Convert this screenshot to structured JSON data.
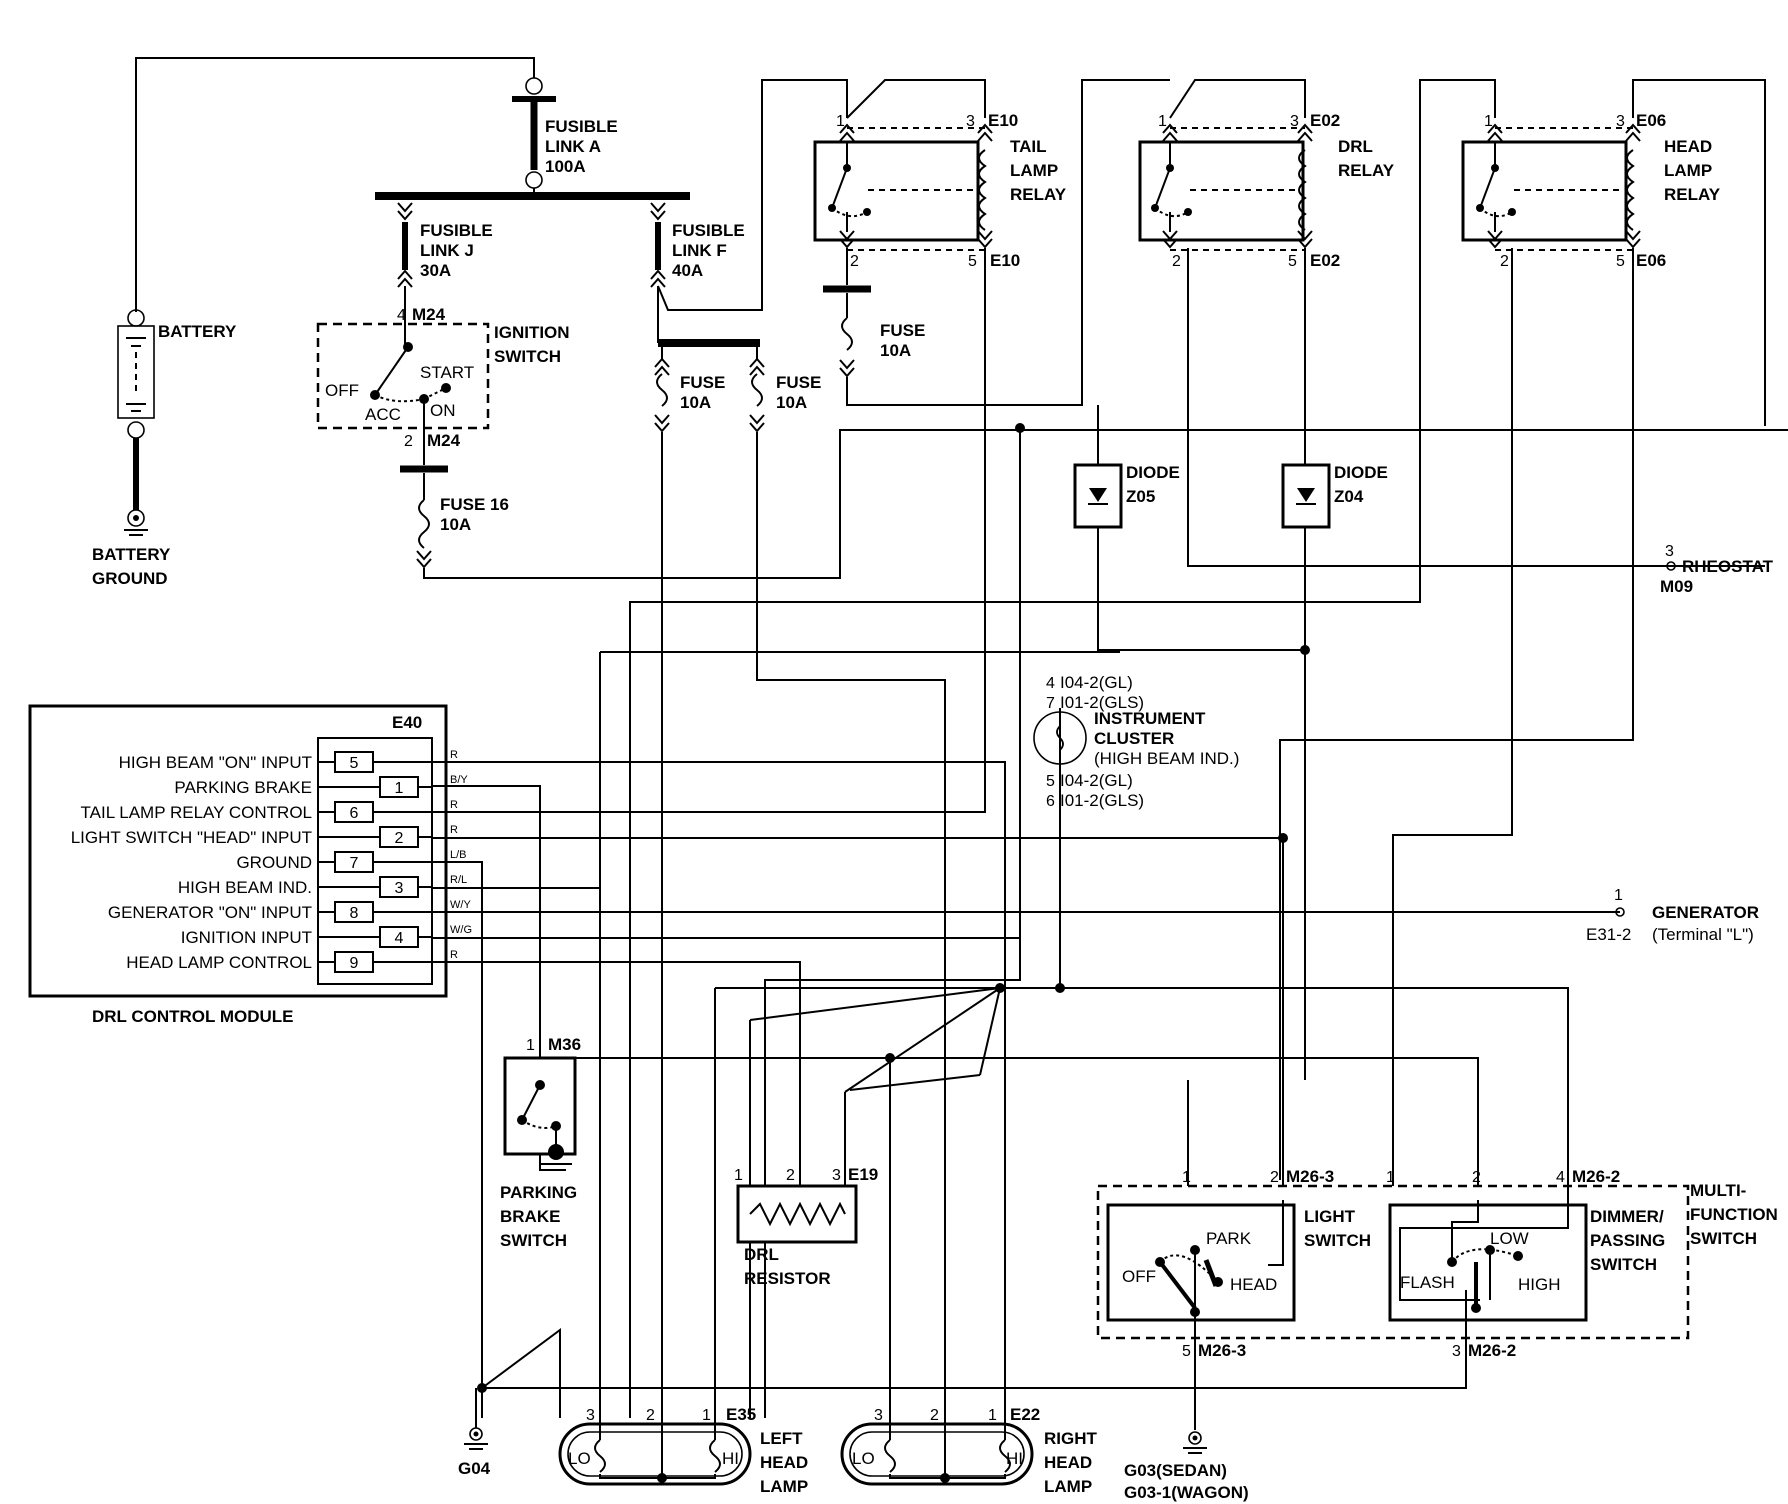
{
  "fusible_link_a": [
    "FUSIBLE",
    "LINK A",
    "100A"
  ],
  "fusible_link_j": [
    "FUSIBLE",
    "LINK J",
    "30A"
  ],
  "fusible_link_f": [
    "FUSIBLE",
    "LINK F",
    "40A"
  ],
  "battery": "BATTERY",
  "battery_ground": [
    "BATTERY",
    "GROUND"
  ],
  "ignition_switch": {
    "title": [
      "IGNITION",
      "SWITCH"
    ],
    "connector_top": "M24",
    "connector_bottom": "M24",
    "pin_top": "4",
    "pin_bottom": "2",
    "positions": {
      "off": "OFF",
      "acc": "ACC",
      "on": "ON",
      "start": "START"
    }
  },
  "fuse16": [
    "FUSE 16",
    "10A"
  ],
  "fuse_a": [
    "FUSE",
    "10A"
  ],
  "fuse_b": [
    "FUSE",
    "10A"
  ],
  "fuse_c": [
    "FUSE",
    "10A"
  ],
  "tail_lamp_relay": {
    "title": [
      "TAIL",
      "LAMP",
      "RELAY"
    ],
    "conn": "E10",
    "pins": [
      "1",
      "3",
      "2",
      "5"
    ]
  },
  "drl_relay": {
    "title": [
      "DRL",
      "RELAY"
    ],
    "conn": "E02",
    "pins": [
      "1",
      "3",
      "2",
      "5"
    ]
  },
  "head_lamp_relay": {
    "title": [
      "HEAD",
      "LAMP",
      "RELAY"
    ],
    "conn": "E06",
    "pins": [
      "1",
      "3",
      "2",
      "5"
    ]
  },
  "diode1": {
    "title": "DIODE",
    "id": "Z05"
  },
  "diode2": {
    "title": "DIODE",
    "id": "Z04"
  },
  "rheostat": {
    "pin": "3",
    "label": "RHEOSTAT",
    "conn": "M09"
  },
  "instrument_cluster": {
    "top_lines": [
      [
        "4",
        "I04-2(GL)"
      ],
      [
        "7",
        "I01-2(GLS)"
      ]
    ],
    "title": [
      "INSTRUMENT",
      "CLUSTER",
      "(HIGH BEAM IND.)"
    ],
    "bottom_lines": [
      [
        "5",
        "I04-2(GL)"
      ],
      [
        "6",
        "I01-2(GLS)"
      ]
    ]
  },
  "drl_module": {
    "conn": "E40",
    "title": "DRL CONTROL MODULE",
    "inputs": [
      {
        "label": "HIGH BEAM \"ON\" INPUT",
        "pin": "5",
        "wire": "R"
      },
      {
        "label": "PARKING BRAKE",
        "pin": "1",
        "wire": "B/Y"
      },
      {
        "label": "TAIL LAMP RELAY CONTROL",
        "pin": "6",
        "wire": "R"
      },
      {
        "label": "LIGHT SWITCH \"HEAD\" INPUT",
        "pin": "2",
        "wire": "R"
      },
      {
        "label": "GROUND",
        "pin": "7",
        "wire": "L/B"
      },
      {
        "label": "HIGH BEAM IND.",
        "pin": "3",
        "wire": "R/L"
      },
      {
        "label": "GENERATOR \"ON\" INPUT",
        "pin": "8",
        "wire": "W/Y"
      },
      {
        "label": "IGNITION INPUT",
        "pin": "4",
        "wire": "W/G"
      },
      {
        "label": "HEAD LAMP CONTROL",
        "pin": "9",
        "wire": "R"
      }
    ]
  },
  "generator": {
    "pin": "1",
    "label": "GENERATOR",
    "conn": "E31-2",
    "terminal": "(Terminal \"L\")"
  },
  "parking_brake_switch": {
    "pin": "1",
    "conn": "M36",
    "title": [
      "PARKING",
      "BRAKE",
      "SWITCH"
    ]
  },
  "drl_resistor": {
    "pins": [
      "1",
      "2",
      "3"
    ],
    "conn": "E19",
    "title": [
      "DRL",
      "RESISTOR"
    ]
  },
  "left_head_lamp": {
    "pins": [
      "3",
      "2",
      "1"
    ],
    "conn": "E35",
    "lo": "LO",
    "hi": "HI",
    "title": [
      "LEFT",
      "HEAD",
      "LAMP"
    ]
  },
  "right_head_lamp": {
    "pins": [
      "3",
      "2",
      "1"
    ],
    "conn": "E22",
    "lo": "LO",
    "hi": "HI",
    "title": [
      "RIGHT",
      "HEAD",
      "LAMP"
    ]
  },
  "g04": "G04",
  "g03": [
    "G03(SEDAN)",
    "G03-1(WAGON)"
  ],
  "light_switch": {
    "title": [
      "LIGHT",
      "SWITCH"
    ],
    "pins_top": [
      "1",
      "2"
    ],
    "conn_top": "M26-3",
    "pin_bottom": "5",
    "conn_bottom": "M26-3",
    "positions": {
      "off": "OFF",
      "park": "PARK",
      "head": "HEAD"
    }
  },
  "dimmer_switch": {
    "title": [
      "DIMMER/",
      "PASSING",
      "SWITCH"
    ],
    "pins_top": [
      "1",
      "2",
      "4"
    ],
    "conn_top": "M26-2",
    "pin_bottom": "3",
    "conn_bottom": "M26-2",
    "positions": {
      "flash": "FLASH",
      "low": "LOW",
      "high": "HIGH"
    }
  },
  "multi_function_switch": [
    "MULTI-",
    "FUNCTION",
    "SWITCH"
  ]
}
